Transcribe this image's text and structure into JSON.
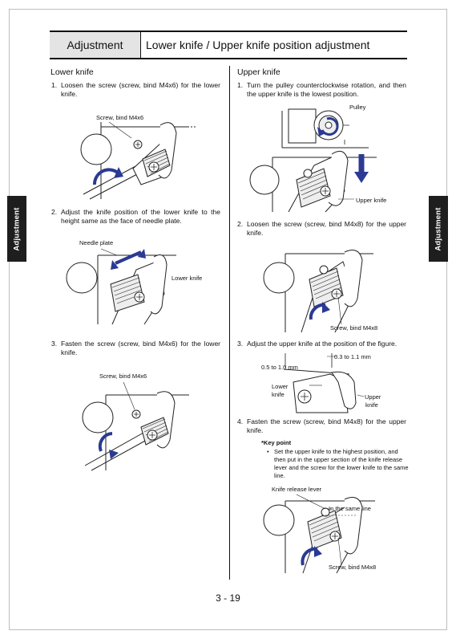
{
  "header": {
    "section": "Adjustment",
    "title": "Lower knife / Upper knife position adjustment"
  },
  "side_tab_label": "Adjustment",
  "lower": {
    "title": "Lower knife",
    "steps": [
      {
        "num": "1.",
        "text": "Loosen the screw (screw, bind M4x6) for the lower knife."
      },
      {
        "num": "2.",
        "text": "Adjust the knife position of the lower knife to the height same as the face of needle plate."
      },
      {
        "num": "3.",
        "text": "Fasten the screw (screw, bind M4x6) for the lower knife."
      }
    ],
    "fig1": {
      "screw_label": "Screw, bind M4x6"
    },
    "fig2": {
      "plate_label": "Needle plate",
      "knife_label": "Lower knife"
    },
    "fig3": {
      "screw_label": "Screw, bind M4x6"
    }
  },
  "upper": {
    "title": "Upper knife",
    "steps": [
      {
        "num": "1.",
        "text": "Turn the pulley counterclockwise rotation, and then the upper knife is the lowest position."
      },
      {
        "num": "2.",
        "text": "Loosen the screw (screw, bind M4x8) for the upper knife."
      },
      {
        "num": "3.",
        "text": "Adjust the upper knife at the position of the figure."
      },
      {
        "num": "4.",
        "text": "Fasten the screw (screw, bind M4x8) for the upper knife."
      }
    ],
    "fig1": {
      "pulley_label": "Pulley",
      "knife_label": "Upper knife"
    },
    "fig2": {
      "screw_label": "Screw, bind M4x8"
    },
    "fig3": {
      "dim1": "0.3 to 1.1 mm",
      "dim2": "0.5 to 1.0 mm",
      "lower_a": "Lower",
      "lower_b": "knife",
      "upper_a": "Upper",
      "upper_b": "knife"
    },
    "key": {
      "title": "*Key point",
      "bullet": "Set the upper knife to the highest position, and then put in the upper section of the knife release lever and the screw for the lower knife to the same line."
    },
    "fig4": {
      "lever_label": "Knife release lever",
      "line_label": "In the same line",
      "screw_label": "Screw, bind M4x8"
    }
  },
  "page_number": "3 - 19"
}
